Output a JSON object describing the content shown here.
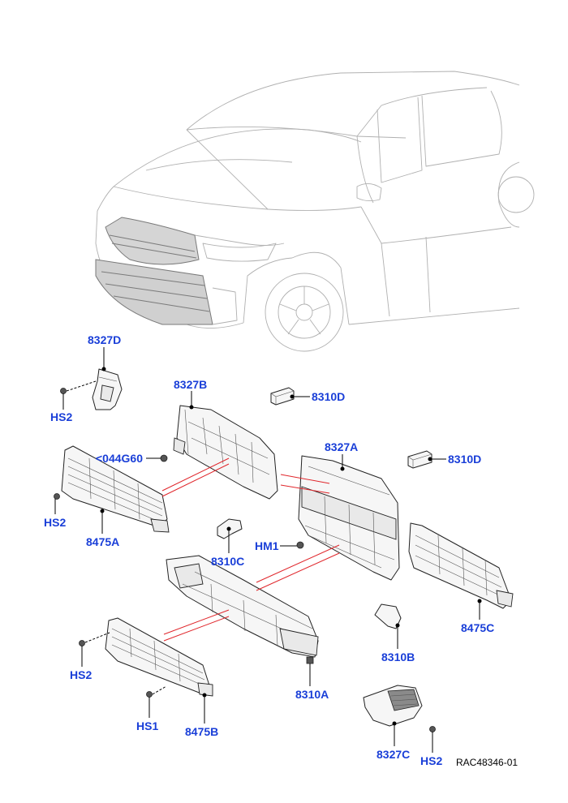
{
  "colors": {
    "callout": "#1a3fd8",
    "assembly_line": "#e0262b",
    "highlight": "#222222"
  },
  "callouts": [
    {
      "id": "8327D",
      "label": "8327D"
    },
    {
      "id": "HS2_a",
      "label": "HS2"
    },
    {
      "id": "8327B",
      "label": "8327B"
    },
    {
      "id": "8310D_a",
      "label": "8310D"
    },
    {
      "id": "044G60",
      "label": "<044G60"
    },
    {
      "id": "8327A",
      "label": "8327A"
    },
    {
      "id": "8310D_b",
      "label": "8310D"
    },
    {
      "id": "HS2_b",
      "label": "HS2"
    },
    {
      "id": "8475A",
      "label": "8475A"
    },
    {
      "id": "HM1",
      "label": "HM1"
    },
    {
      "id": "8310C",
      "label": "8310C"
    },
    {
      "id": "8475C",
      "label": "8475C"
    },
    {
      "id": "8310B",
      "label": "8310B"
    },
    {
      "id": "HS2_c",
      "label": "HS2"
    },
    {
      "id": "8310A",
      "label": "8310A"
    },
    {
      "id": "HS1",
      "label": "HS1"
    },
    {
      "id": "8475B",
      "label": "8475B"
    },
    {
      "id": "8327C",
      "label": "8327C"
    },
    {
      "id": "HS2_d",
      "label": "HS2"
    }
  ],
  "reference": "RAC48346-01"
}
